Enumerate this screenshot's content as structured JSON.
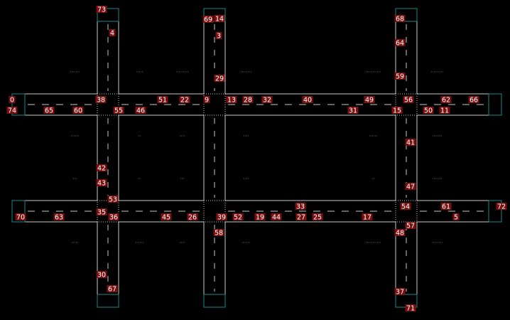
{
  "diagram": {
    "colors": {
      "background": "#000000",
      "road_edge": "#c8c8c8",
      "lane_dash": "#c8c8c8",
      "terminal": "#1a8a8a",
      "label_fill": "#7a1010",
      "label_text": "#ffffff",
      "ghost_text": "#5a5a5a"
    },
    "labels": [
      "73",
      "4",
      "69",
      "14",
      "3",
      "29",
      "68",
      "64",
      "59",
      "0",
      "74",
      "38",
      "51",
      "22",
      "9",
      "13",
      "28",
      "32",
      "40",
      "49",
      "56",
      "62",
      "66",
      "65",
      "60",
      "55",
      "46",
      "31",
      "15",
      "50",
      "11",
      "41",
      "42",
      "47",
      "43",
      "53",
      "33",
      "54",
      "61",
      "72",
      "70",
      "63",
      "35",
      "36",
      "45",
      "26",
      "39",
      "52",
      "19",
      "44",
      "27",
      "25",
      "17",
      "5",
      "57",
      "58",
      "48",
      "30",
      "67",
      "37",
      "71"
    ]
  }
}
